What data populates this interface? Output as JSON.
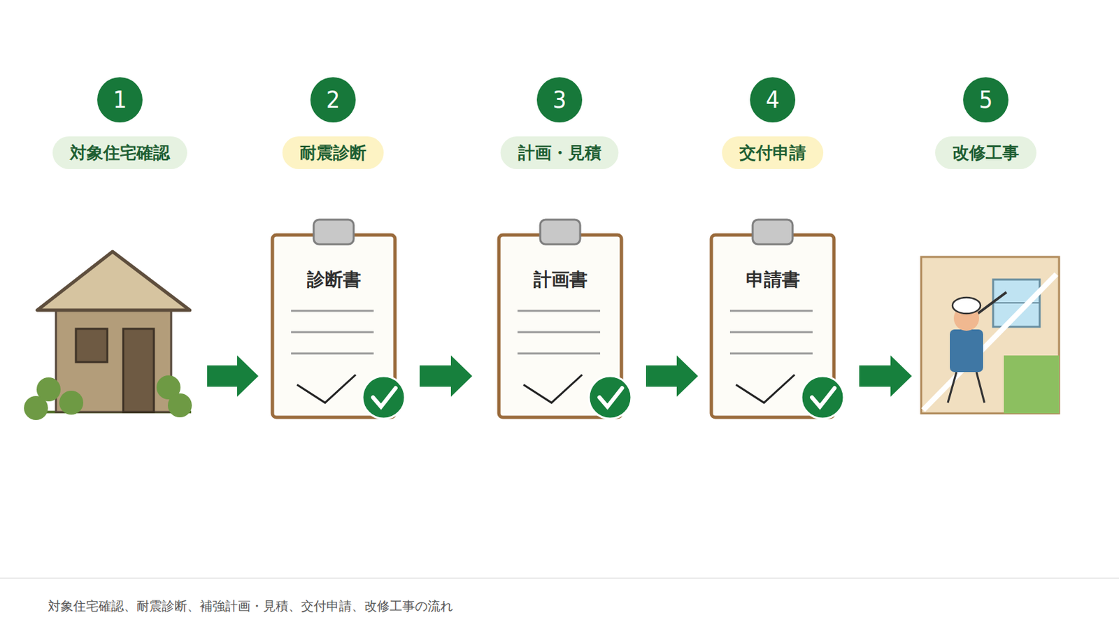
{
  "diagram": {
    "caption": "対象住宅確認、耐震診断、補強計画・見積、交付申請、改修工事の流れ",
    "nodes": [
      {
        "text": [
          "1",
          "対象住宅確認"
        ]
      },
      {
        "text": [
          "2",
          "耐震診断",
          "診断書"
        ]
      },
      {
        "text": [
          "3",
          "計画・見積",
          "計画書"
        ]
      },
      {
        "text": [
          "4",
          "交付申請",
          "申請書"
        ]
      },
      {
        "text": [
          "5",
          "改修工事"
        ]
      }
    ],
    "edges": [
      {
        "from": 0,
        "to": 1,
        "arrow": "to"
      },
      {
        "from": 1,
        "to": 2,
        "arrow": "to"
      },
      {
        "from": 2,
        "to": 3,
        "arrow": "to"
      },
      {
        "from": 3,
        "to": 4,
        "arrow": "to"
      }
    ]
  }
}
